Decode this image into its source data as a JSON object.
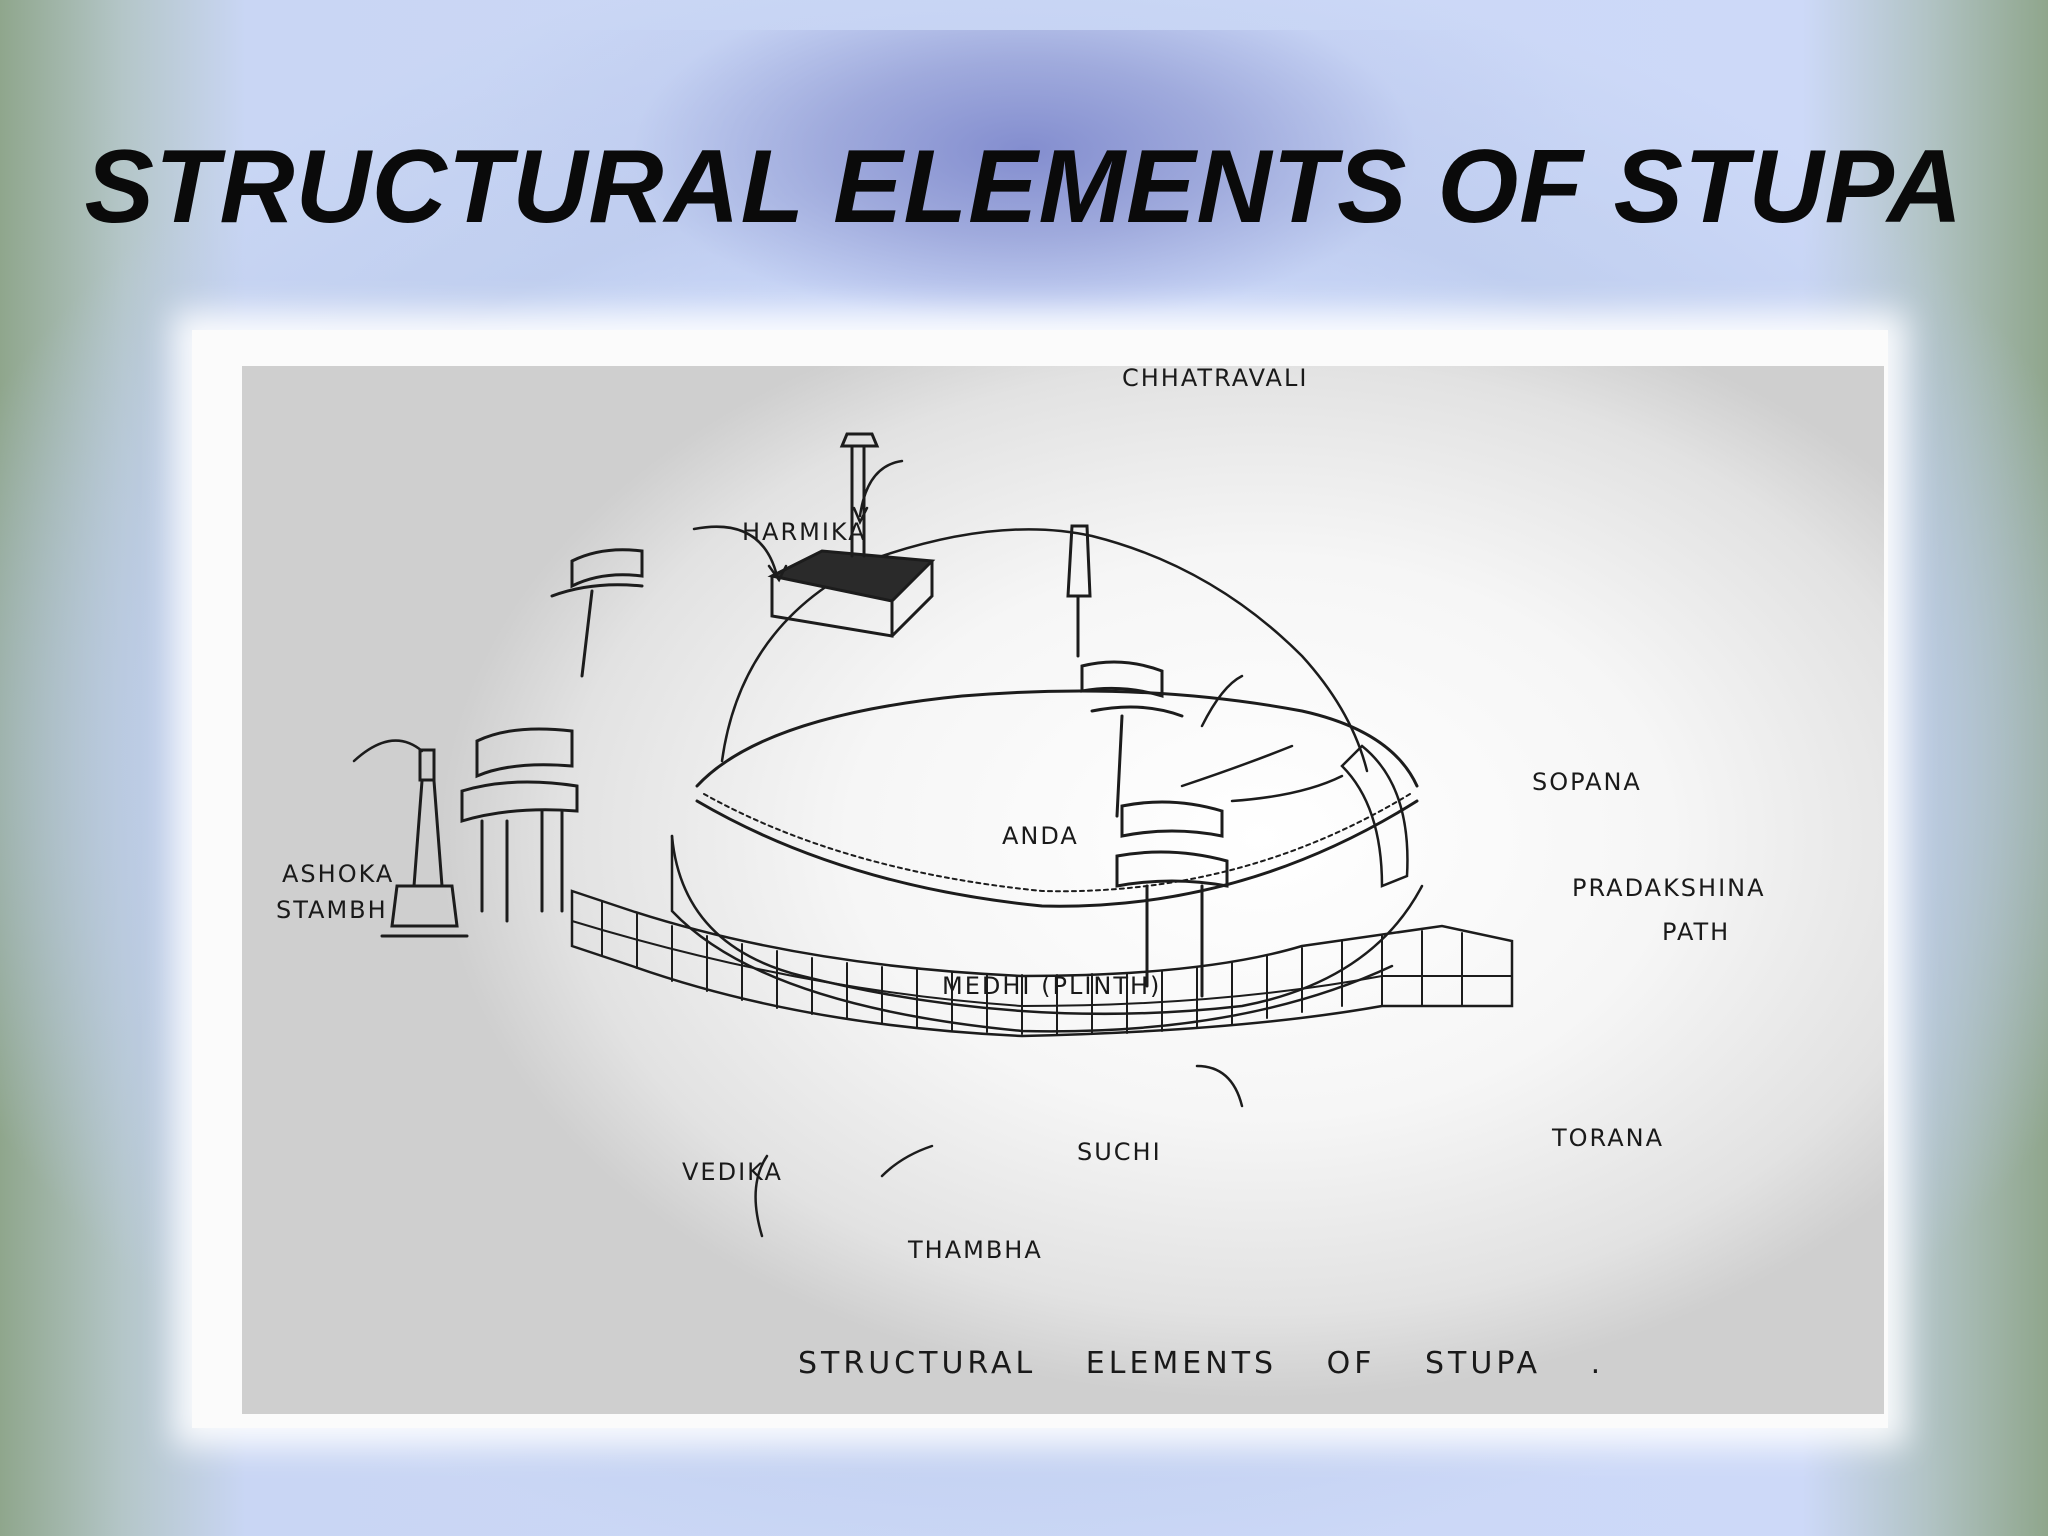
{
  "slide": {
    "title": "STRUCTURAL ELEMENTS OF STUPA"
  },
  "sketch": {
    "labels": {
      "chhatravali": "CHHATRAVALI",
      "harmika": "HARMIKA",
      "anda": "ANDA",
      "ashoka_line1": "ASHOKA",
      "ashoka_line2": "STAMBH",
      "sopana": "SOPANA",
      "pradakshina_line1": "PRADAKSHINA",
      "pradakshina_line2": "PATH",
      "medhi": "MEDHI (PLINTH)",
      "torana": "TORANA",
      "vedika": "VEDIKA",
      "suchi": "SUCHI",
      "thambha": "THAMBHA"
    },
    "caption": "STRUCTURAL ELEMENTS OF STUPA ."
  }
}
